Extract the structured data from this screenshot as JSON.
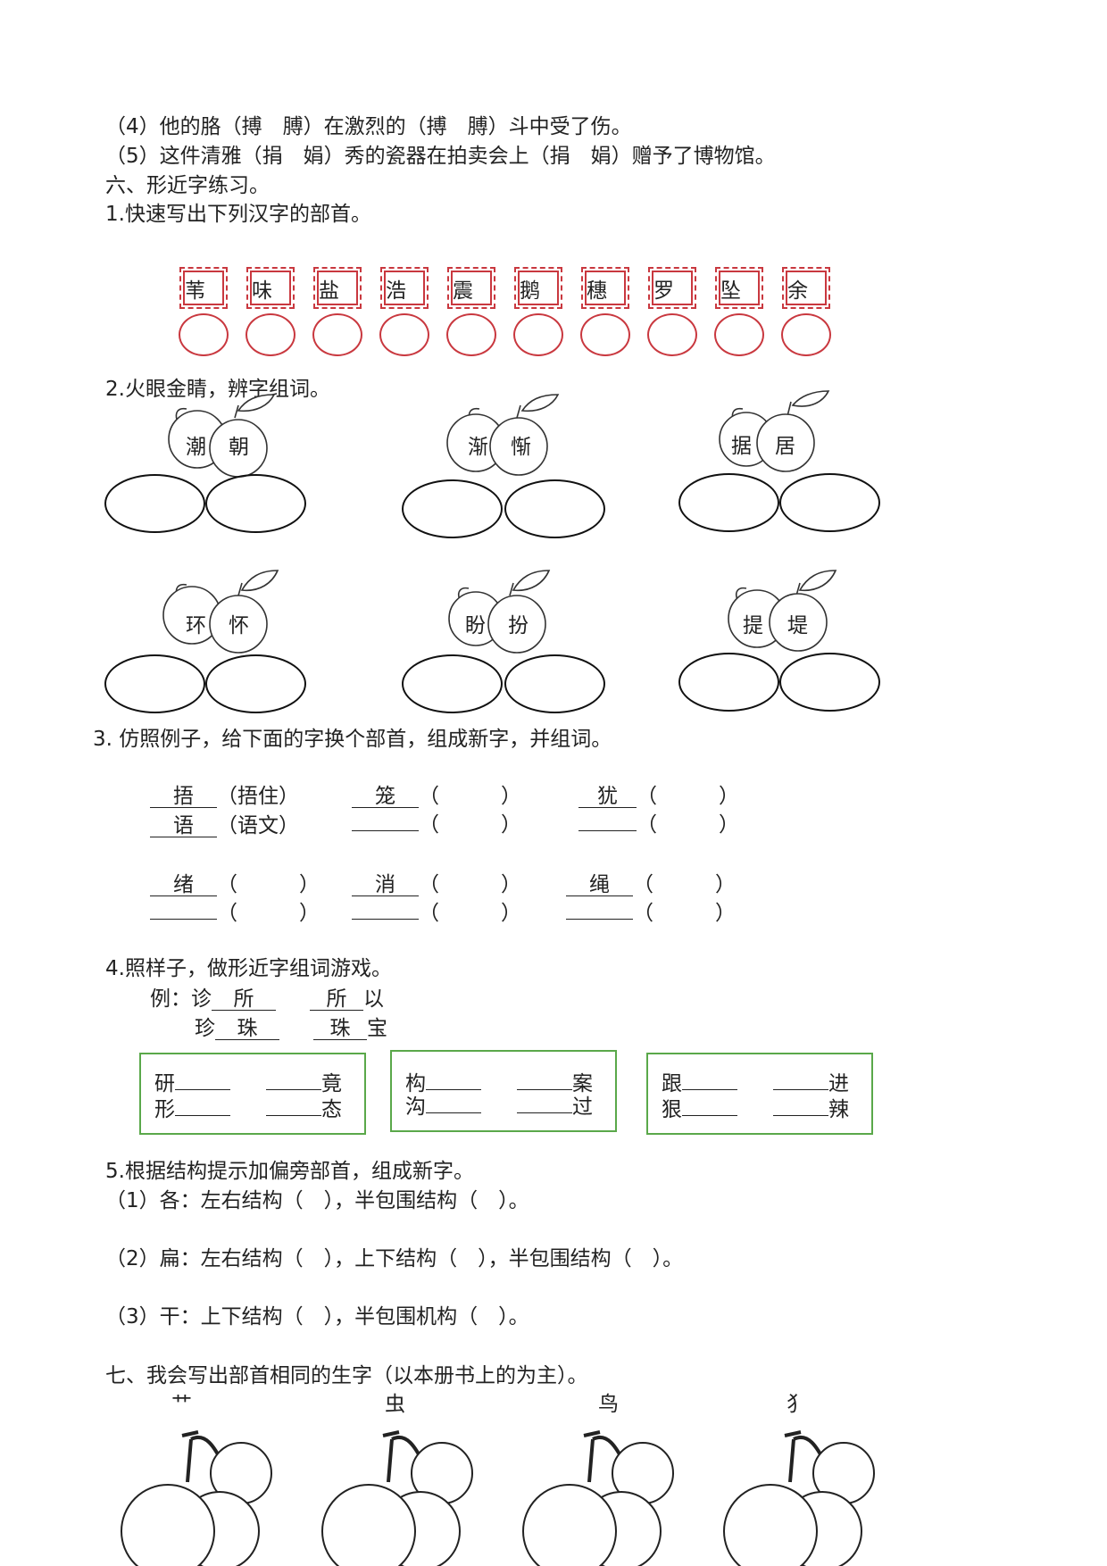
{
  "intro_lines": [
    "（4）他的胳（搏　膊）在激烈的（搏　膊）斗中受了伤。",
    "（5）这件清雅（捐　娟）秀的瓷器在拍卖会上（捐　娟）赠予了博物馆。",
    "六、形近字练习。",
    "1.快速写出下列汉字的部首。"
  ],
  "radical_chars": [
    "苇",
    "味",
    "盐",
    "浩",
    "震",
    "鹅",
    "穗",
    "罗",
    "坠",
    "余"
  ],
  "q2_title": "2.火眼金睛，辨字组词。",
  "apple_pairs": [
    {
      "a": "潮",
      "b": "朝"
    },
    {
      "a": "渐",
      "b": "惭"
    },
    {
      "a": "据",
      "b": "居"
    },
    {
      "a": "环",
      "b": "怀"
    },
    {
      "a": "盼",
      "b": "扮"
    },
    {
      "a": "提",
      "b": "堤"
    }
  ],
  "q3_title": "3. 仿照例子，给下面的字换个部首，组成新字，并组词。",
  "q3": {
    "row1": [
      {
        "top": "捂",
        "top_paren": "（捂住）",
        "bottom": "语",
        "bottom_paren": "（语文）"
      },
      {
        "top": "笼",
        "top_paren": "（　　　）",
        "bottom": "",
        "bottom_paren": "（　　　）"
      },
      {
        "top": "犹",
        "top_paren": "（　　　）",
        "bottom": "",
        "bottom_paren": "（　　　）"
      }
    ],
    "row2": [
      {
        "top": "绪",
        "top_paren": "（　　　）",
        "bottom": "",
        "bottom_paren": "（　　　）"
      },
      {
        "top": "消",
        "top_paren": "（　　　）",
        "bottom": "",
        "bottom_paren": "（　　　）"
      },
      {
        "top": "绳",
        "top_paren": "（　　　）",
        "bottom": "",
        "bottom_paren": "（　　　）"
      }
    ]
  },
  "q4_title": "4.照样子，做形近字组词游戏。",
  "q4_example": {
    "prefix": "例：",
    "line1": {
      "c1": "诊",
      "w1": "所",
      "w2": "所",
      "c2": "以"
    },
    "line2": {
      "c1": "珍",
      "w1": "珠",
      "w2": "珠",
      "c2": "宝"
    }
  },
  "q4_boxes": [
    {
      "a1": "研",
      "a2": "竟",
      "b1": "形",
      "b2": "态"
    },
    {
      "a1": "构",
      "a2": "案",
      "b1": "沟",
      "b2": "过"
    },
    {
      "a1": "跟",
      "a2": "进",
      "b1": "狠",
      "b2": "辣"
    }
  ],
  "q5_title": "5.根据结构提示加偏旁部首，组成新字。",
  "q5_lines": [
    "（1）各：左右结构（　），半包围结构（　）。",
    "（2）扁：左右结构（　），上下结构（　），半包围结构（　）。",
    "（3）干：上下结构（　），半包围机构（　）。"
  ],
  "q7_title": "七、我会写出部首相同的生字（以本册书上的为主）。",
  "q7_radicals": [
    "艹",
    "虫",
    "鸟",
    "犭"
  ]
}
